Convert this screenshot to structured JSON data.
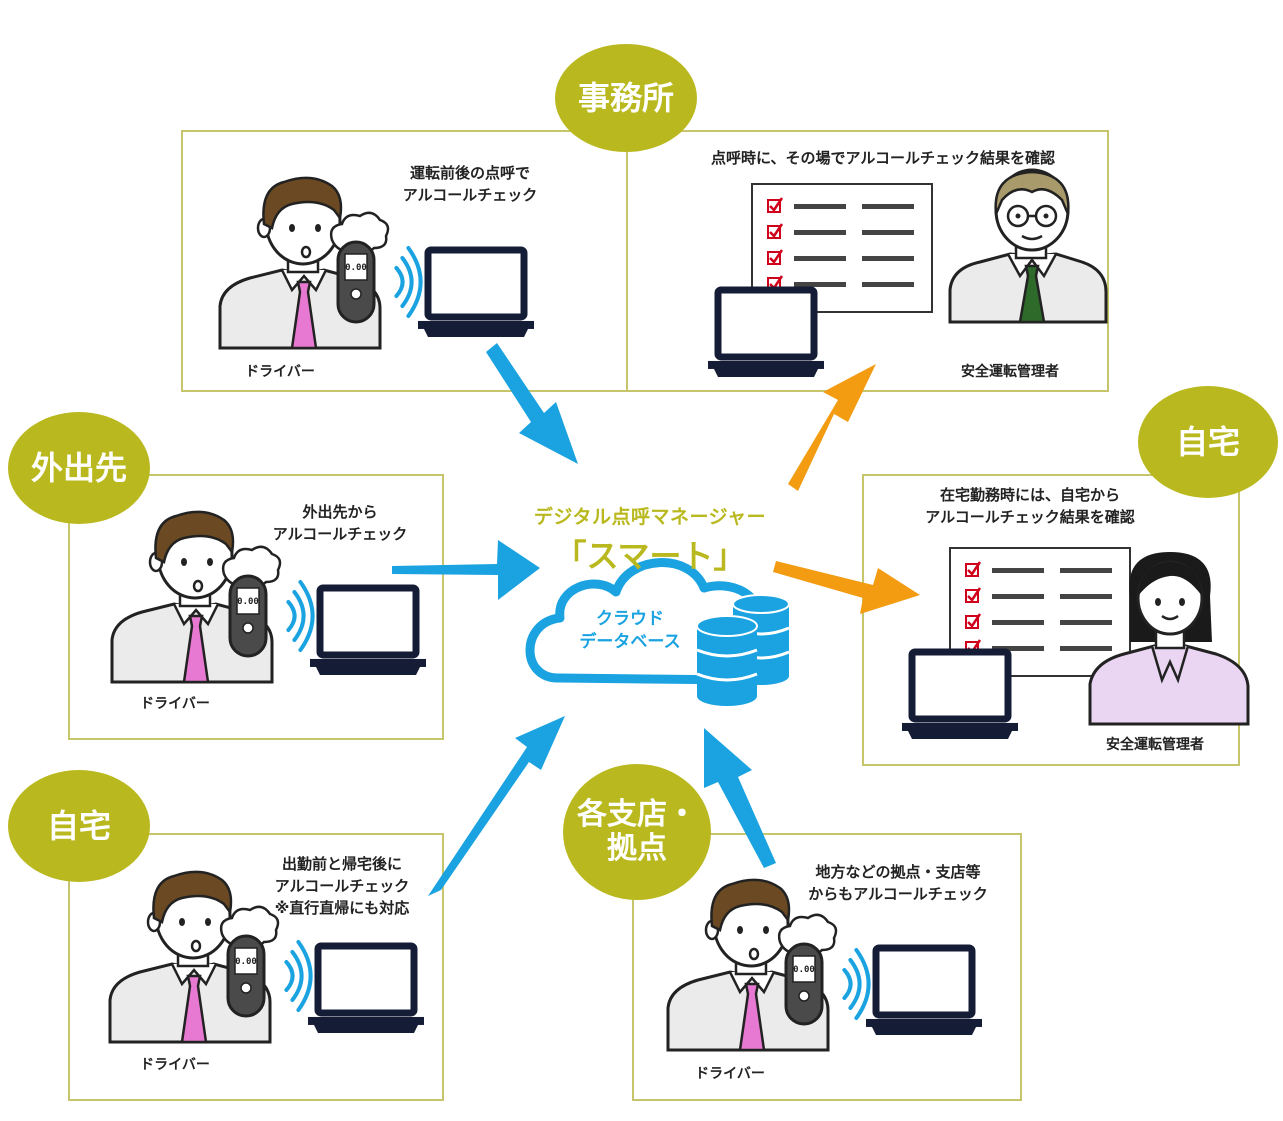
{
  "app": {
    "name_line1": "デジタル点呼マネージャー",
    "name_line2": "「スマート」"
  },
  "cloud": {
    "label": "クラウド\nデータベース",
    "icon": "database-icon"
  },
  "sections": {
    "office": {
      "badge": "事務所",
      "driver_text": "運転前後の点呼で\nアルコールチェック",
      "driver_label": "ドライバー",
      "manager_text": "点呼時に、その場でアルコールチェック結果を確認",
      "manager_label": "安全運転管理者"
    },
    "outside": {
      "badge": "外出先",
      "text": "外出先から\nアルコールチェック",
      "driver_label": "ドライバー"
    },
    "home_driver": {
      "badge": "自宅",
      "text": "出勤前と帰宅後に\nアルコールチェック\n※直行直帰にも対応",
      "driver_label": "ドライバー"
    },
    "branch": {
      "badge_line1": "各支店・",
      "badge_line2": "拠点",
      "text": "地方などの拠点・支店等\nからもアルコールチェック",
      "driver_label": "ドライバー"
    },
    "home_manager": {
      "badge": "自宅",
      "text": "在宅勤務時には、自宅から\nアルコールチェック結果を確認",
      "manager_label": "安全運転管理者"
    }
  },
  "device_display": "0.00",
  "colors": {
    "badge": "#b9b91f",
    "border": "#c6c56c",
    "upload_arrow": "#1aa3e0",
    "result_arrow": "#f39c12",
    "cloud": "#1aa3e0",
    "tie_driver": "#e879d3",
    "tie_manager": "#2e6b2b",
    "female_shirt": "#ead6f2"
  }
}
